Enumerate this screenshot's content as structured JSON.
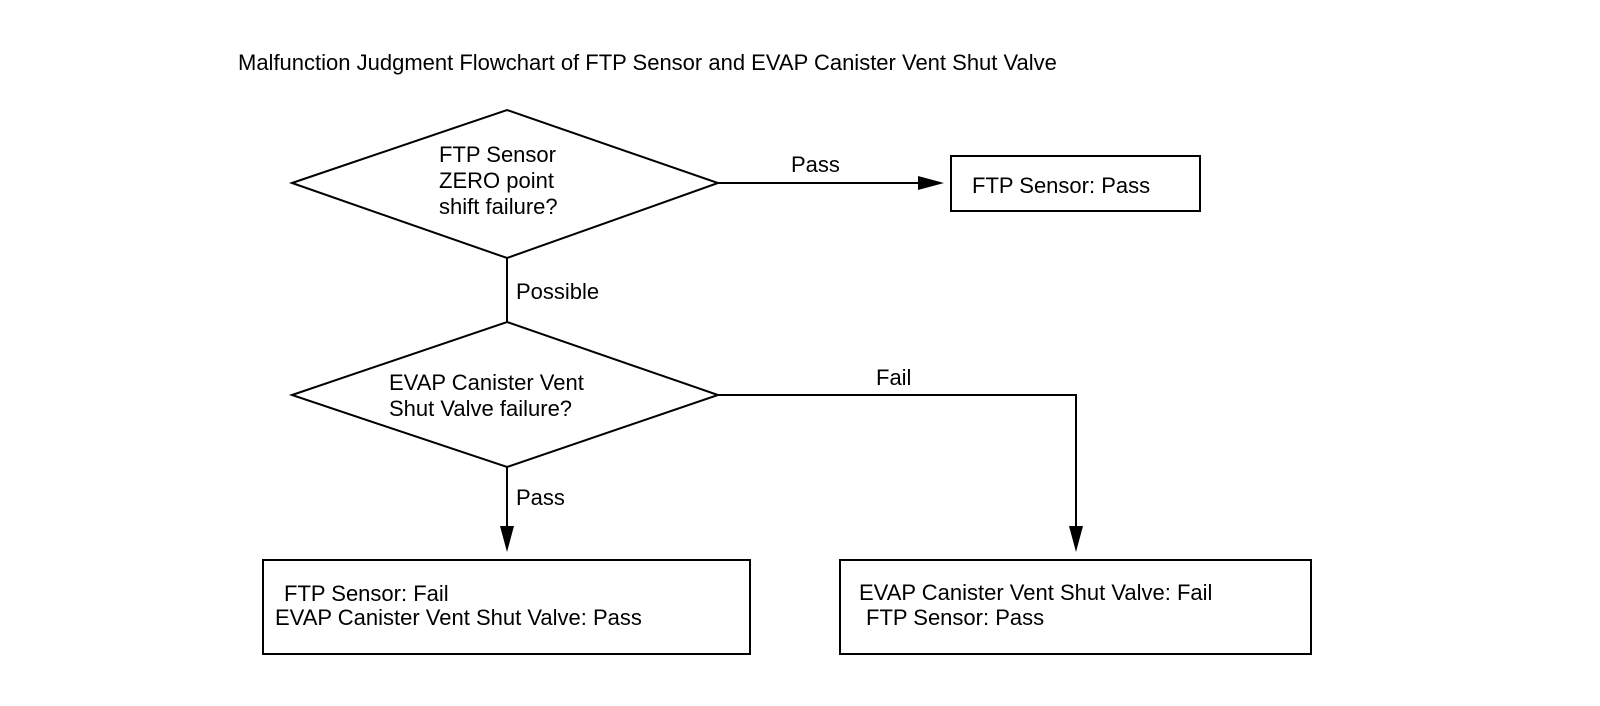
{
  "title": "Malfunction Judgment Flowchart of FTP Sensor and EVAP Canister Vent Shut Valve",
  "decision1": {
    "lines": [
      "FTP Sensor",
      "ZERO point",
      "shift failure?"
    ]
  },
  "decision2": {
    "lines": [
      "EVAP Canister Vent",
      "Shut Valve failure?"
    ]
  },
  "result_top": {
    "lines": [
      "FTP Sensor: Pass"
    ]
  },
  "result_bottom_left": {
    "lines": [
      "FTP Sensor: Fail",
      "EVAP Canister Vent Shut Valve: Pass"
    ]
  },
  "result_bottom_right": {
    "lines": [
      "EVAP Canister Vent Shut Valve: Fail",
      "FTP Sensor: Pass"
    ]
  },
  "edge_labels": {
    "d1_to_top": "Pass",
    "d1_to_d2": "Possible",
    "d2_to_right": "Fail",
    "d2_to_left": "Pass"
  }
}
